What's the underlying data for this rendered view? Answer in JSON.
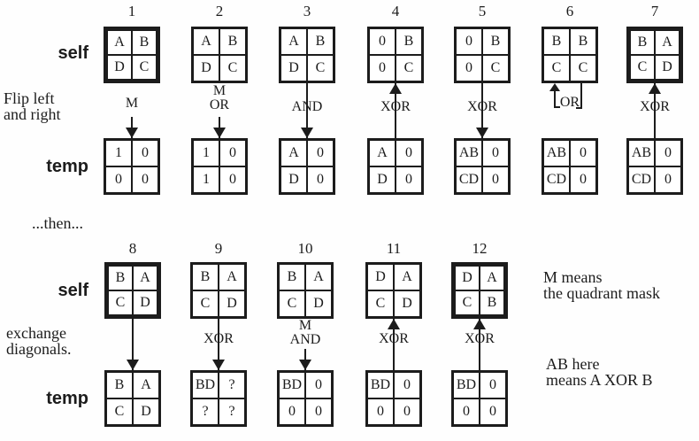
{
  "ink_color": "#1c1c1c",
  "background_color": "#fefefe",
  "stage1": {
    "self_label": "self",
    "temp_label": "temp",
    "side_note": "Flip left\nand right",
    "columns": [
      {
        "number": "1",
        "self_thick": true,
        "self": [
          "A",
          "B",
          "D",
          "C"
        ],
        "op_labels": "M",
        "op_style": "label-arrow-down",
        "temp": [
          "1",
          "0",
          "0",
          "0"
        ]
      },
      {
        "number": "2",
        "self_thick": false,
        "self": [
          "A",
          "B",
          "D",
          "C"
        ],
        "op_labels": "M\nOR",
        "op_style": "label-arrow-down",
        "temp": [
          "1",
          "0",
          "1",
          "0"
        ]
      },
      {
        "number": "3",
        "self_thick": false,
        "self": [
          "A",
          "B",
          "D",
          "C"
        ],
        "op_labels": "AND",
        "op_style": "line-arrow-down",
        "temp": [
          "A",
          "0",
          "D",
          "0"
        ]
      },
      {
        "number": "4",
        "self_thick": false,
        "self": [
          "0",
          "B",
          "0",
          "C"
        ],
        "op_labels": "XOR",
        "op_style": "line-arrow-up",
        "temp": [
          "A",
          "0",
          "D",
          "0"
        ]
      },
      {
        "number": "5",
        "self_thick": false,
        "self": [
          "0",
          "B",
          "0",
          "C"
        ],
        "op_labels": "XOR",
        "op_style": "line-arrow-down",
        "temp": [
          "AB",
          "0",
          "CD",
          "0"
        ]
      },
      {
        "number": "6",
        "self_thick": false,
        "self": [
          "B",
          "B",
          "C",
          "C"
        ],
        "op_labels": "OR",
        "op_style": "loop-up",
        "temp": [
          "AB",
          "0",
          "CD",
          "0"
        ]
      },
      {
        "number": "7",
        "self_thick": true,
        "self": [
          "B",
          "A",
          "C",
          "D"
        ],
        "op_labels": "XOR",
        "op_style": "line-arrow-up",
        "temp": [
          "AB",
          "0",
          "CD",
          "0"
        ]
      }
    ]
  },
  "between_text": "...then...",
  "stage2": {
    "self_label": "self",
    "temp_label": "temp",
    "side_note": "exchange\ndiagonals.",
    "columns": [
      {
        "number": "8",
        "self_thick": true,
        "self": [
          "B",
          "A",
          "C",
          "D"
        ],
        "op_labels": "",
        "op_style": "line-arrow-down",
        "temp": [
          "B",
          "A",
          "C",
          "D"
        ]
      },
      {
        "number": "9",
        "self_thick": false,
        "self": [
          "B",
          "A",
          "C",
          "D"
        ],
        "op_labels": "XOR",
        "op_style": "line-arrow-down",
        "temp": [
          "BD",
          "?",
          "?",
          "?"
        ]
      },
      {
        "number": "10",
        "self_thick": false,
        "self": [
          "B",
          "A",
          "C",
          "D"
        ],
        "op_labels": "M\nAND",
        "op_style": "label-arrow-down",
        "temp": [
          "BD",
          "0",
          "0",
          "0"
        ]
      },
      {
        "number": "11",
        "self_thick": false,
        "self": [
          "D",
          "A",
          "C",
          "D"
        ],
        "op_labels": "XOR",
        "op_style": "line-arrow-up",
        "temp": [
          "BD",
          "0",
          "0",
          "0"
        ]
      },
      {
        "number": "12",
        "self_thick": true,
        "self": [
          "D",
          "A",
          "C",
          "B"
        ],
        "op_labels": "XOR",
        "op_style": "line-arrow-up",
        "temp": [
          "BD",
          "0",
          "0",
          "0"
        ]
      }
    ]
  },
  "notes": {
    "note1": "M means\nthe quadrant mask",
    "note2": "AB here\nmeans A XOR B"
  }
}
